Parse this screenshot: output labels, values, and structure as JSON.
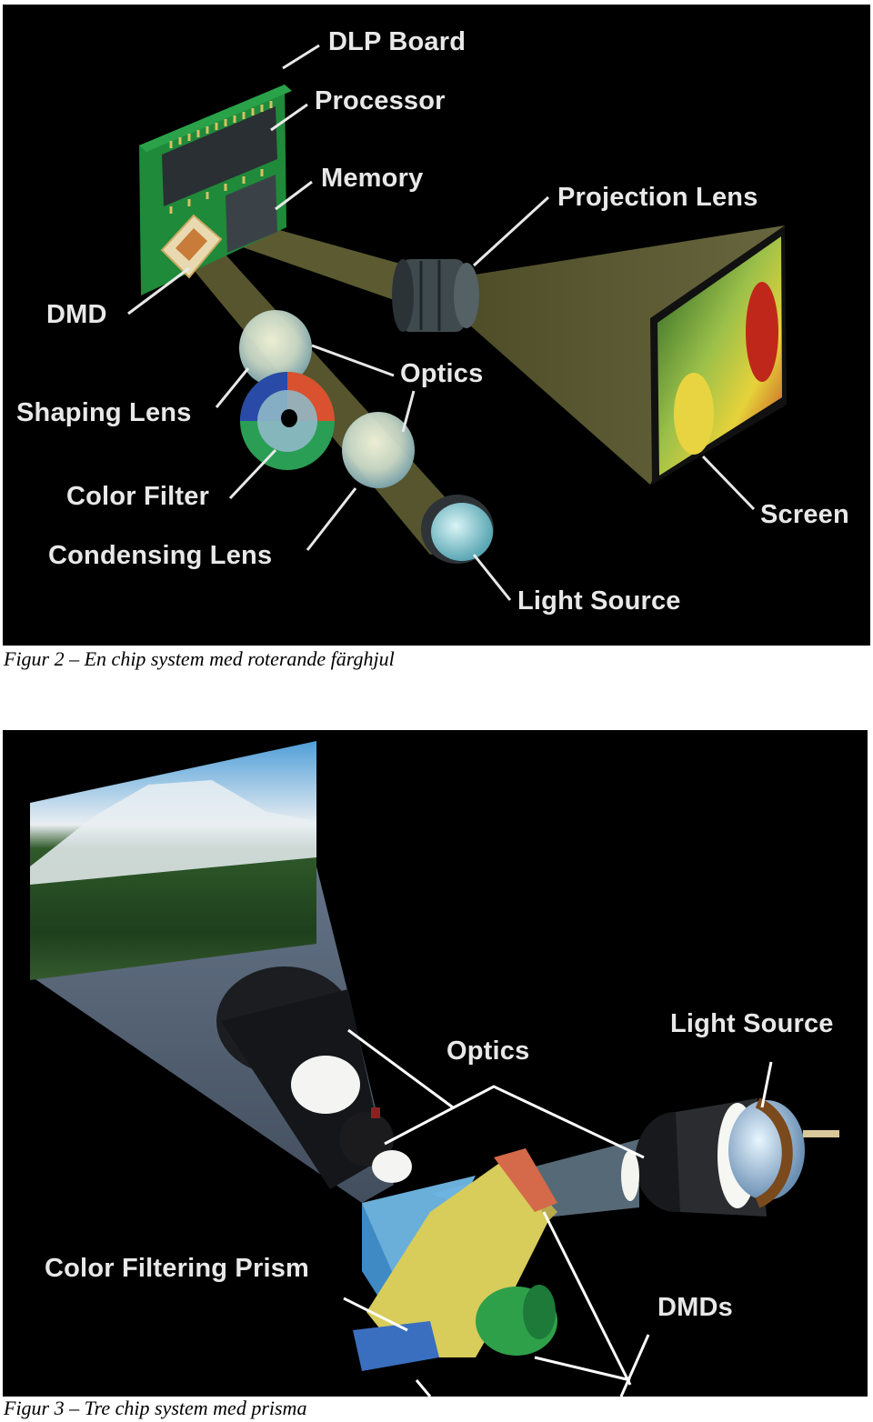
{
  "figure2": {
    "caption": "Figur 2 – En chip system med roterande färghjul",
    "labels": {
      "dlp_board": "DLP Board",
      "processor": "Processor",
      "memory": "Memory",
      "projection_lens": "Projection Lens",
      "dmd": "DMD",
      "optics": "Optics",
      "shaping_lens": "Shaping Lens",
      "color_filter": "Color Filter",
      "condensing_lens": "Condensing Lens",
      "screen": "Screen",
      "light_source": "Light Source"
    }
  },
  "figure3": {
    "caption": "Figur 3 – Tre chip system med prisma",
    "labels": {
      "optics": "Optics",
      "light_source": "Light Source",
      "color_filtering_prism": "Color Filtering Prism",
      "dmds": "DMDs"
    }
  },
  "colors": {
    "background": "#000000",
    "beam": "#6b6a3a",
    "board_green": "#1f8a3a",
    "label_text": "#e8e8e8"
  }
}
